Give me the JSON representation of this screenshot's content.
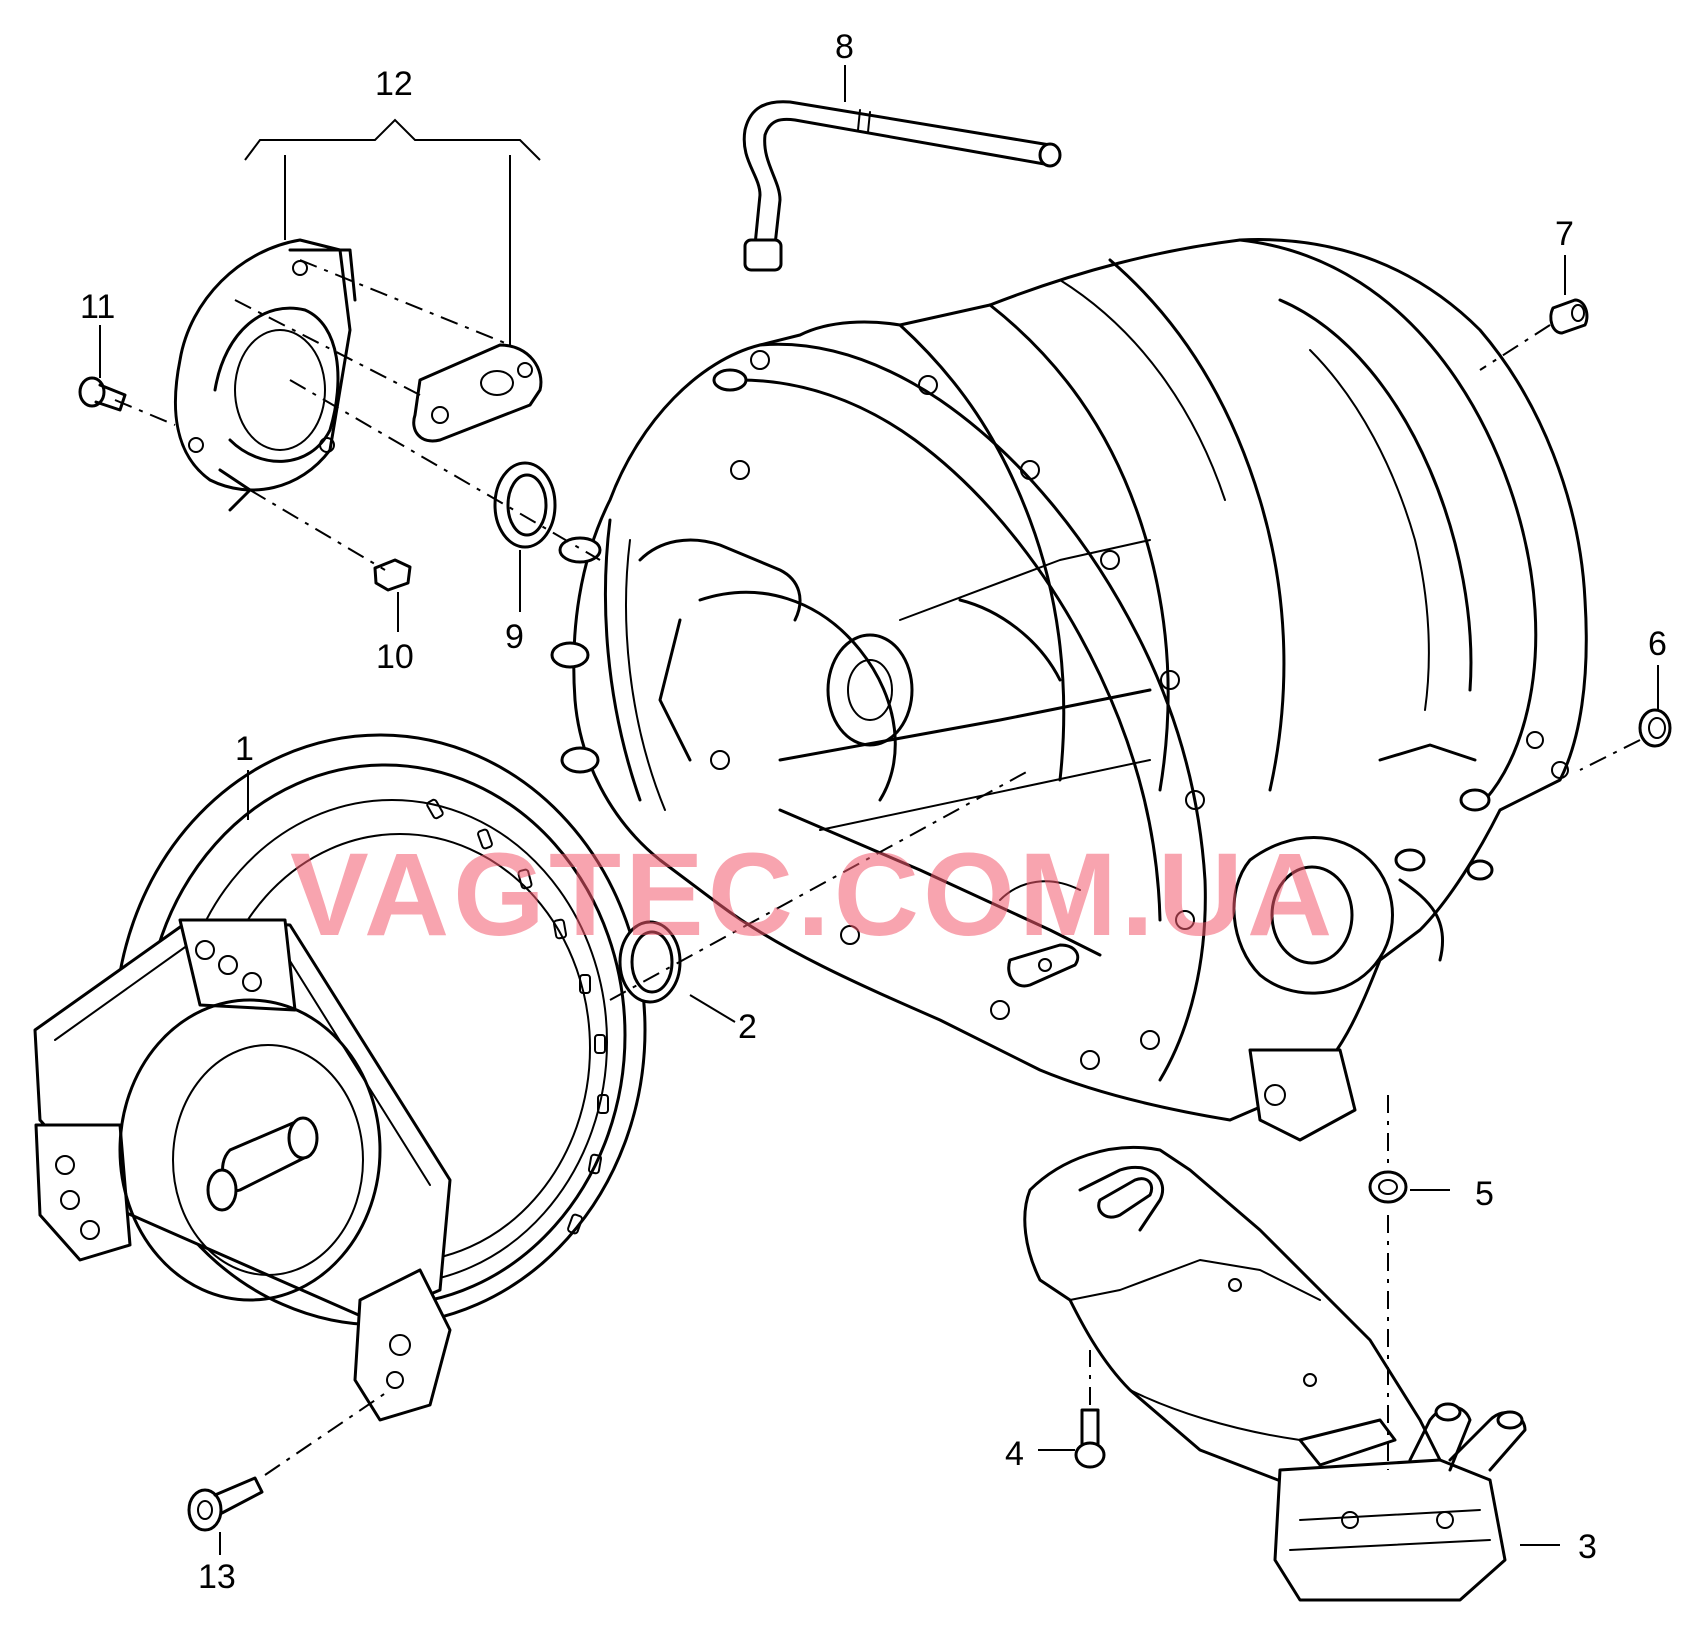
{
  "watermark": "VAGTEC.COM.UA",
  "callouts": [
    {
      "id": "1",
      "label": "1"
    },
    {
      "id": "2",
      "label": "2"
    },
    {
      "id": "3",
      "label": "3"
    },
    {
      "id": "4",
      "label": "4"
    },
    {
      "id": "5",
      "label": "5"
    },
    {
      "id": "6",
      "label": "6"
    },
    {
      "id": "7",
      "label": "7"
    },
    {
      "id": "8",
      "label": "8"
    },
    {
      "id": "9",
      "label": "9"
    },
    {
      "id": "10",
      "label": "10"
    },
    {
      "id": "11",
      "label": "11"
    },
    {
      "id": "12",
      "label": "12"
    },
    {
      "id": "13",
      "label": "13"
    }
  ]
}
